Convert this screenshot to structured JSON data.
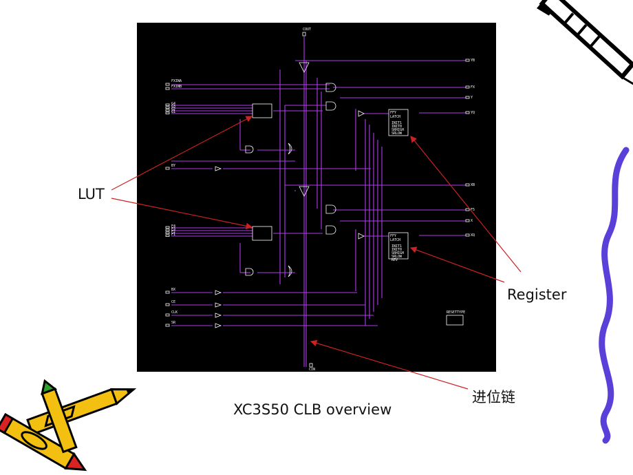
{
  "callouts": {
    "lut": "LUT",
    "register": "Register",
    "carry_chain": "进位链"
  },
  "caption": "XC3S50 CLB overview",
  "schematic_pins": {
    "top": "COUT",
    "bottom": "CIN",
    "left": [
      "FXINA",
      "FXINB",
      "G4",
      "G3",
      "G2",
      "G1",
      "BY",
      "F4",
      "F3",
      "F2",
      "F1",
      "BX",
      "CE",
      "CLK",
      "SR"
    ],
    "right": [
      "YB",
      "FX",
      "Y",
      "YQ",
      "XB",
      "F5",
      "X",
      "XQ"
    ],
    "box": "RESETTYPE",
    "register_texts": [
      "FFY",
      "LATCH",
      "INIT1",
      "INIT0",
      "SRHIGH",
      "SRLOW",
      "REV"
    ]
  },
  "colors": {
    "schematic_bg": "#000000",
    "wire": "#b23aee",
    "component": "#ffffff",
    "callout_arrow": "#cc2222",
    "squiggle": "#5b3fd9"
  },
  "decorations": [
    "pencil-icon",
    "crayons-icon",
    "squiggle-line"
  ]
}
